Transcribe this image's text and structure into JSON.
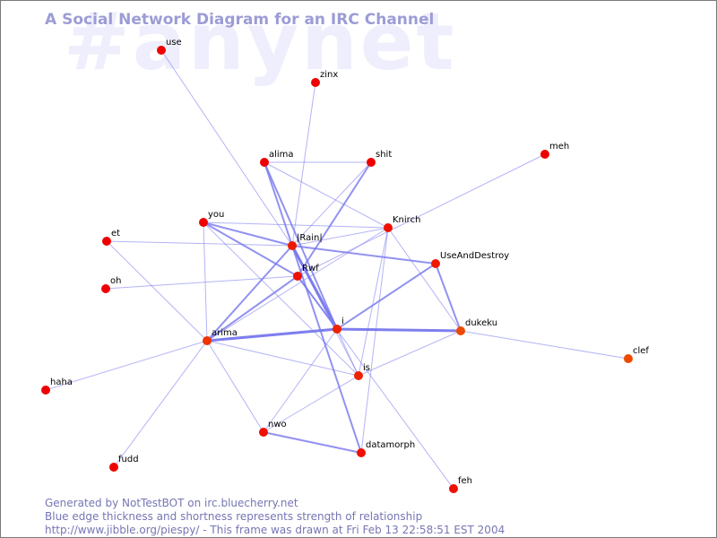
{
  "watermark": "#anynet",
  "title": "A Social Network Diagram for an IRC Channel",
  "footer": {
    "line1": "Generated by NotTestBOT on irc.bluecherry.net",
    "line2": "Blue edge thickness and shortness represents strength of relationship",
    "line3": "http://www.jibble.org/piespy/ - This frame was drawn at Fri Feb 13 22:58:51 EST 2004"
  },
  "colors": {
    "node_red": "#ee0000",
    "node_orange": "#ee4a00",
    "edge": "#7777ee",
    "title": "#9c9cd6",
    "watermark": "#eeeefc"
  },
  "nodes": [
    {
      "id": "use",
      "label": "use",
      "color": "#ee0000"
    },
    {
      "id": "zinx",
      "label": "zinx",
      "color": "#ee0000"
    },
    {
      "id": "meh",
      "label": "meh",
      "color": "#ee0000"
    },
    {
      "id": "alima",
      "label": "alima",
      "color": "#ee0000"
    },
    {
      "id": "shit",
      "label": "shit",
      "color": "#ee0000"
    },
    {
      "id": "you",
      "label": "you",
      "color": "#ee0000"
    },
    {
      "id": "knirch",
      "label": "Knirch",
      "color": "#ee1000"
    },
    {
      "id": "et",
      "label": "et",
      "color": "#ee0000"
    },
    {
      "id": "rain",
      "label": "|Rain|",
      "color": "#ee1a00"
    },
    {
      "id": "useanddestroy",
      "label": "UseAndDestroy",
      "color": "#ee1a00"
    },
    {
      "id": "oh",
      "label": "oh",
      "color": "#ee0000"
    },
    {
      "id": "rwf",
      "label": "Rwf",
      "color": "#ee1000"
    },
    {
      "id": "i",
      "label": "i",
      "color": "#ee2200"
    },
    {
      "id": "dukeku",
      "label": "dukeku",
      "color": "#ee4a00"
    },
    {
      "id": "arima",
      "label": "arima",
      "color": "#ee3300"
    },
    {
      "id": "clef",
      "label": "clef",
      "color": "#ee4a00"
    },
    {
      "id": "is",
      "label": "is",
      "color": "#ee2200"
    },
    {
      "id": "haha",
      "label": "haha",
      "color": "#ee0000"
    },
    {
      "id": "nwo",
      "label": "nwo",
      "color": "#ee1000"
    },
    {
      "id": "datamorph",
      "label": "datamorph",
      "color": "#ee1000"
    },
    {
      "id": "fudd",
      "label": "fudd",
      "color": "#ee0000"
    },
    {
      "id": "feh",
      "label": "feh",
      "color": "#ee1000"
    }
  ],
  "edges": [
    {
      "source": "use",
      "target": "rain",
      "weight": 1
    },
    {
      "source": "zinx",
      "target": "rain",
      "weight": 1
    },
    {
      "source": "meh",
      "target": "rwf",
      "weight": 1
    },
    {
      "source": "alima",
      "target": "shit",
      "weight": 1
    },
    {
      "source": "alima",
      "target": "knirch",
      "weight": 1
    },
    {
      "source": "alima",
      "target": "rain",
      "weight": 2
    },
    {
      "source": "alima",
      "target": "i",
      "weight": 2
    },
    {
      "source": "shit",
      "target": "rain",
      "weight": 1
    },
    {
      "source": "shit",
      "target": "rwf",
      "weight": 2
    },
    {
      "source": "you",
      "target": "knirch",
      "weight": 1
    },
    {
      "source": "you",
      "target": "rain",
      "weight": 2
    },
    {
      "source": "you",
      "target": "rwf",
      "weight": 2
    },
    {
      "source": "you",
      "target": "arima",
      "weight": 1
    },
    {
      "source": "you",
      "target": "is",
      "weight": 1
    },
    {
      "source": "knirch",
      "target": "rain",
      "weight": 1
    },
    {
      "source": "knirch",
      "target": "dukeku",
      "weight": 1
    },
    {
      "source": "knirch",
      "target": "arima",
      "weight": 1
    },
    {
      "source": "knirch",
      "target": "is",
      "weight": 1
    },
    {
      "source": "knirch",
      "target": "datamorph",
      "weight": 1
    },
    {
      "source": "et",
      "target": "rain",
      "weight": 1
    },
    {
      "source": "et",
      "target": "arima",
      "weight": 1
    },
    {
      "source": "rain",
      "target": "useanddestroy",
      "weight": 2
    },
    {
      "source": "rain",
      "target": "i",
      "weight": 3
    },
    {
      "source": "rain",
      "target": "arima",
      "weight": 2
    },
    {
      "source": "rain",
      "target": "is",
      "weight": 1
    },
    {
      "source": "rain",
      "target": "datamorph",
      "weight": 2
    },
    {
      "source": "oh",
      "target": "rwf",
      "weight": 1
    },
    {
      "source": "rwf",
      "target": "i",
      "weight": 2
    },
    {
      "source": "rwf",
      "target": "arima",
      "weight": 2
    },
    {
      "source": "rwf",
      "target": "feh",
      "weight": 1
    },
    {
      "source": "useanddestroy",
      "target": "i",
      "weight": 2
    },
    {
      "source": "useanddestroy",
      "target": "dukeku",
      "weight": 2
    },
    {
      "source": "i",
      "target": "dukeku",
      "weight": 3
    },
    {
      "source": "i",
      "target": "arima",
      "weight": 3
    },
    {
      "source": "i",
      "target": "nwo",
      "weight": 1
    },
    {
      "source": "i",
      "target": "is",
      "weight": 1
    },
    {
      "source": "dukeku",
      "target": "clef",
      "weight": 1
    },
    {
      "source": "dukeku",
      "target": "is",
      "weight": 1
    },
    {
      "source": "arima",
      "target": "haha",
      "weight": 1
    },
    {
      "source": "arima",
      "target": "fudd",
      "weight": 1
    },
    {
      "source": "arima",
      "target": "is",
      "weight": 1
    },
    {
      "source": "arima",
      "target": "nwo",
      "weight": 1
    },
    {
      "source": "is",
      "target": "nwo",
      "weight": 1
    },
    {
      "source": "nwo",
      "target": "datamorph",
      "weight": 2
    }
  ]
}
